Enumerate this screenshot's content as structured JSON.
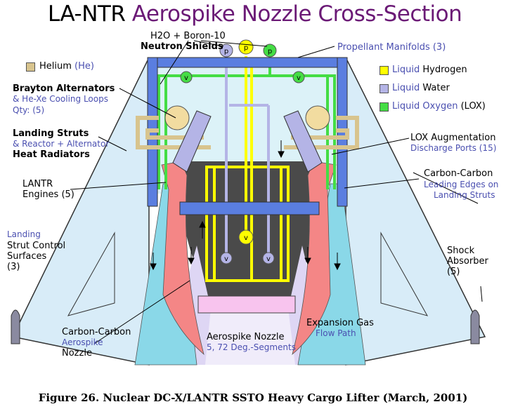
{
  "title": {
    "part1": "LA-NTR",
    "part2": "Aerospike Nozzle Cross-Section"
  },
  "labels": {
    "neutron_shields_line1": "H2O + Boron-10",
    "neutron_shields_line2": "Neutron Shields",
    "propellant_manifolds": "Propellant Manifolds (3)",
    "helium_name": "Helium",
    "helium_sym": "(He)",
    "brayton_line1": "Brayton Alternators",
    "brayton_line2": "& He-Xe Cooling Loops",
    "brayton_line3": "Qty: (5)",
    "landing_struts_line1": "Landing Struts",
    "landing_struts_line2": "& Reactor + Alternator",
    "landing_struts_line3": "Heat Radiators",
    "lox_ports_line1": "LOX Augmentation",
    "lox_ports_line2": "Discharge Ports (15)",
    "lantr_line1": "LANTR",
    "lantr_line2": "Engines (5)",
    "cc_leading_line1": "Carbon-Carbon",
    "cc_leading_line2": "Leading Edges on",
    "cc_leading_line3": "Landing Struts",
    "strut_control_line1": "Landing",
    "strut_control_line2": "Strut Control",
    "strut_control_line3": "Surfaces",
    "strut_control_line4": "(3)",
    "shock_absorber_line1": "Shock",
    "shock_absorber_line2": "Absorber",
    "shock_absorber_line3": "(5)",
    "cc_aerospike_line1": "Carbon-Carbon",
    "cc_aerospike_line2": "Aerospike",
    "cc_aerospike_line3": "Nozzle",
    "aerospike_line1": "Aerospike Nozzle",
    "aerospike_line2": "5, 72 Deg.-Segments",
    "expansion_line1": "Expansion Gas",
    "expansion_line2": "Flow Path"
  },
  "legend": [
    {
      "name": "Liquid Hydrogen",
      "color": "#ffff00"
    },
    {
      "name": "Liquid Water",
      "color": "#b4b4e6"
    },
    {
      "name": "Liquid Oxygen (LOX)",
      "color": "#44dd44"
    }
  ],
  "legend_words": {
    "h_a": "Liquid",
    "h_b": "Hydrogen",
    "w_a": "Liquid",
    "w_b": "Water",
    "o_a": "Liquid",
    "o_b": "Oxygen",
    "o_c": "(LOX)"
  },
  "helium_color": "#d8c48e",
  "pump_labels": {
    "p": "p",
    "v": "v"
  },
  "caption": "Figure 26. Nuclear DC-X/LANTR SSTO Heavy Cargo Lifter (March, 2001)"
}
